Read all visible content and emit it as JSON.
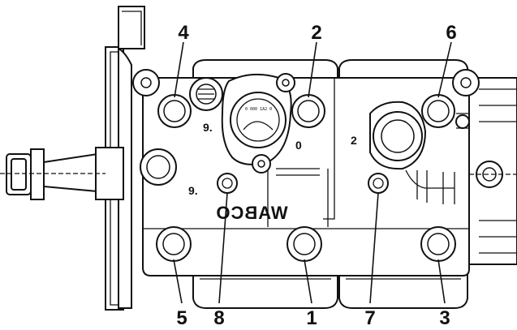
{
  "brand": "WABCO",
  "callouts": {
    "c1": "1",
    "c2": "2",
    "c3": "3",
    "c4": "4",
    "c5": "5",
    "c6": "6",
    "c7": "7",
    "c8": "8"
  },
  "port_marks": {
    "upper_left": "9.",
    "lower_left": "9.",
    "center": "0",
    "right": "2"
  },
  "gauge_text": "0 000 1A2 0"
}
